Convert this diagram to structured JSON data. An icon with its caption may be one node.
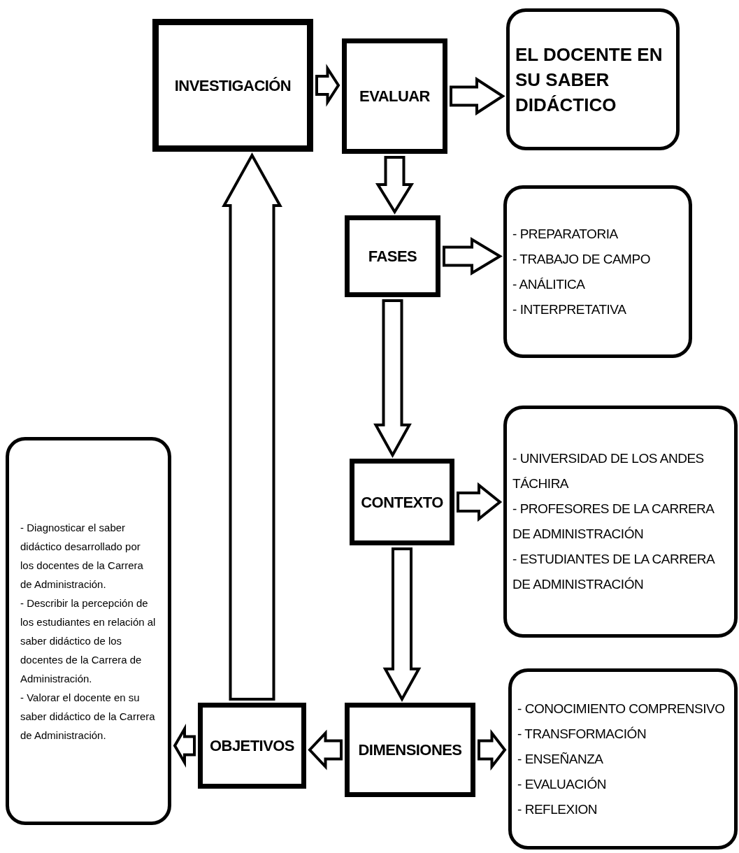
{
  "diagram": {
    "nodes": [
      {
        "text": [
          "INVESTIGACIÓN"
        ]
      },
      {
        "text": [
          "EVALUAR"
        ]
      },
      {
        "text": [
          "EL DOCENTE EN SU SABER DIDÁCTICO"
        ]
      },
      {
        "text": [
          "FASES"
        ]
      },
      {
        "text": [
          "- PREPARATORIA",
          "- TRABAJO DE CAMPO",
          "- ANÁLITICA",
          "- INTERPRETATIVA"
        ]
      },
      {
        "text": [
          "CONTEXTO"
        ]
      },
      {
        "text": [
          "- UNIVERSIDAD DE LOS ANDES TÁCHIRA",
          "- PROFESORES DE LA CARRERA DE ADMINISTRACIÓN",
          "- ESTUDIANTES DE LA CARRERA DE ADMINISTRACIÓN"
        ]
      },
      {
        "text": [
          "DIMENSIONES"
        ]
      },
      {
        "text": [
          "- CONOCIMIENTO COMPRENSIVO",
          "- TRANSFORMACIÓN",
          "- ENSEÑANZA",
          "- EVALUACIÓN",
          "- REFLEXION"
        ]
      },
      {
        "text": [
          "OBJETIVOS"
        ]
      },
      {
        "text": [
          "- Diagnosticar el saber didáctico desarrollado por los docentes de la Carrera de Administración.",
          "- Describir la percepción de los estudiantes en relación al saber didáctico de los docentes de la Carrera de Administración.",
          "- Valorar el docente en su saber didáctico de la Carrera de Administración."
        ]
      }
    ],
    "edges": [
      {
        "from": 0,
        "to": 1,
        "arrow": "to"
      },
      {
        "from": 1,
        "to": 2,
        "arrow": "to"
      },
      {
        "from": 1,
        "to": 3,
        "arrow": "to"
      },
      {
        "from": 3,
        "to": 4,
        "arrow": "to"
      },
      {
        "from": 3,
        "to": 5,
        "arrow": "to"
      },
      {
        "from": 5,
        "to": 6,
        "arrow": "to"
      },
      {
        "from": 5,
        "to": 7,
        "arrow": "to"
      },
      {
        "from": 7,
        "to": 8,
        "arrow": "to"
      },
      {
        "from": 7,
        "to": 9,
        "arrow": "to"
      },
      {
        "from": 9,
        "to": 10,
        "arrow": "to"
      },
      {
        "from": 9,
        "to": 0,
        "arrow": "to"
      }
    ]
  }
}
